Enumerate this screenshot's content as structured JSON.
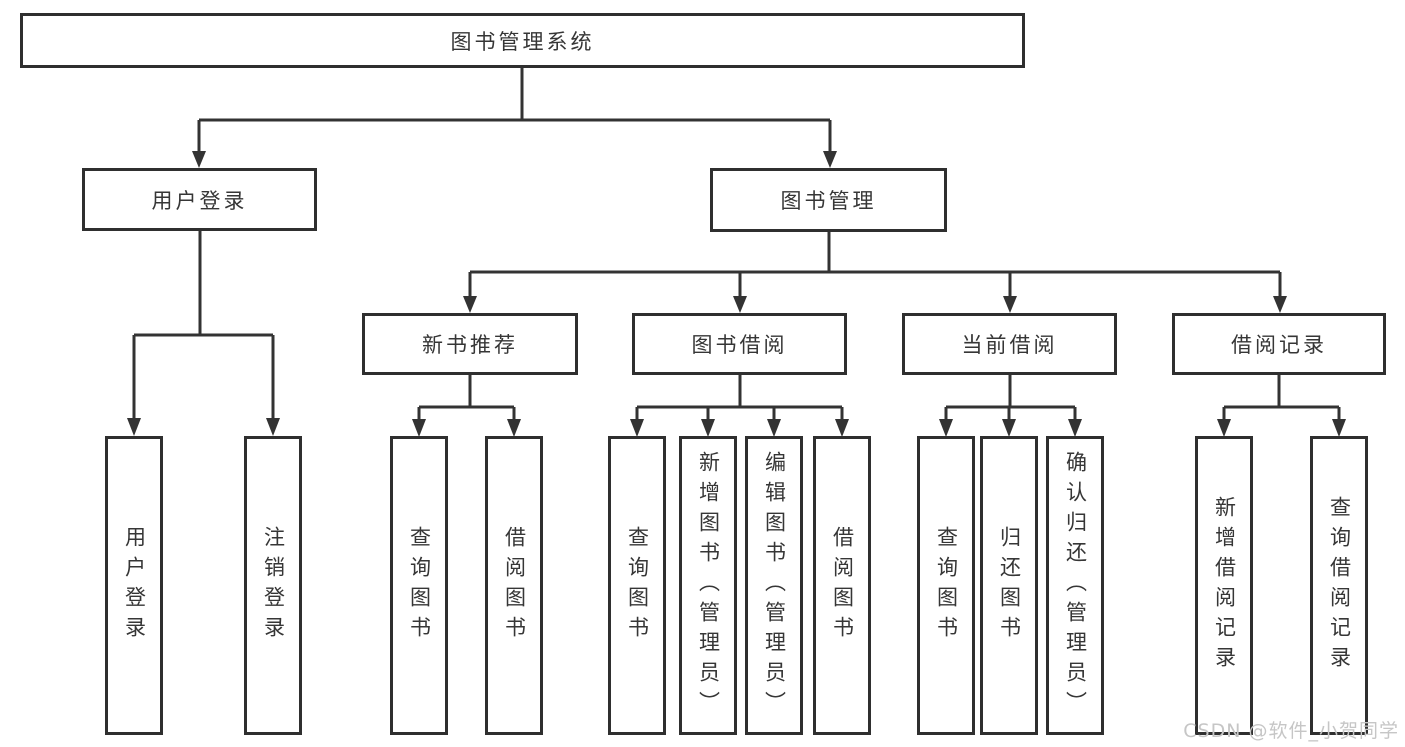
{
  "diagram": {
    "root": {
      "label": "图书管理系统"
    },
    "branches": [
      {
        "label": "用户登录",
        "children": [
          {
            "label": "用户登录"
          },
          {
            "label": "注销登录"
          }
        ]
      },
      {
        "label": "图书管理",
        "children": [
          {
            "label": "新书推荐",
            "children": [
              {
                "label": "查询图书"
              },
              {
                "label": "借阅图书"
              }
            ]
          },
          {
            "label": "图书借阅",
            "children": [
              {
                "label": "查询图书"
              },
              {
                "label": "新增图书（管理员）"
              },
              {
                "label": "编辑图书（管理员）"
              },
              {
                "label": "借阅图书"
              }
            ]
          },
          {
            "label": "当前借阅",
            "children": [
              {
                "label": "查询图书"
              },
              {
                "label": "归还图书"
              },
              {
                "label": "确认归还（管理员）"
              }
            ]
          },
          {
            "label": "借阅记录",
            "children": [
              {
                "label": "新增借阅记录"
              },
              {
                "label": "查询借阅记录"
              }
            ]
          }
        ]
      }
    ],
    "colors": {
      "line": "#333333",
      "text": "#363636",
      "box_background": "#ffffff",
      "watermark": "#c6c6c6",
      "background": "#ffffff"
    }
  },
  "watermark": {
    "text": "CSDN @软件_小贺同学"
  }
}
